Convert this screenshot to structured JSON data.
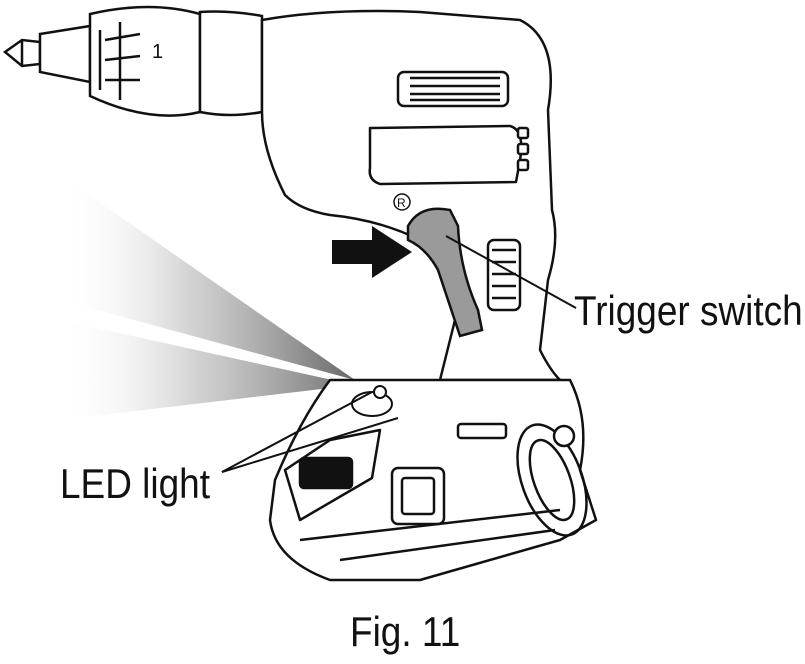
{
  "labels": {
    "trigger_switch": "Trigger switch",
    "led_light": "LED light",
    "figure_caption": "Fig. 11",
    "reverse_mark": "R"
  },
  "colors": {
    "line": "#111111",
    "trigger_fill": "#9a9a9a",
    "light_beam": "#6e6e6e",
    "arrow": "#111111"
  }
}
